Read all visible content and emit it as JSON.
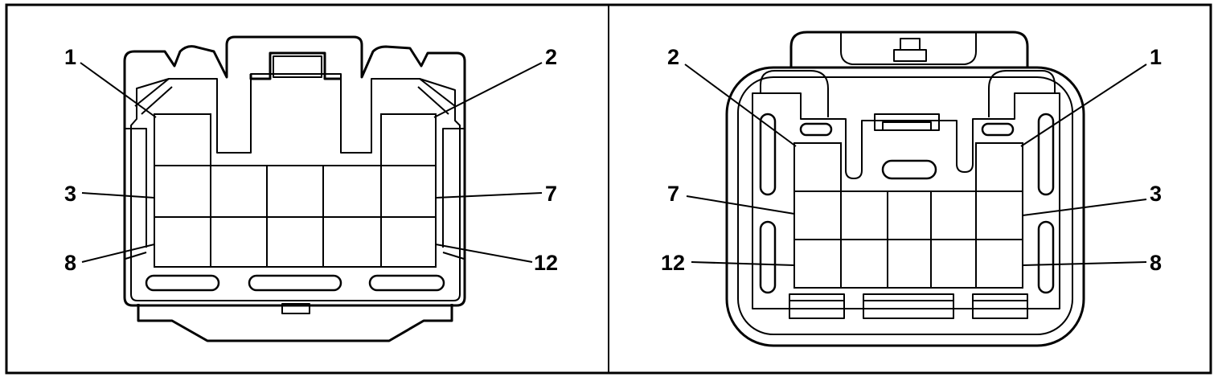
{
  "diagram": {
    "left_view": {
      "labels": {
        "l1": "1",
        "l2": "2",
        "l3": "3",
        "l7": "7",
        "l8": "8",
        "l12": "12"
      }
    },
    "right_view": {
      "labels": {
        "l2": "2",
        "l1": "1",
        "l7": "7",
        "l3": "3",
        "l12": "12",
        "l8": "8"
      }
    }
  },
  "colors": {
    "ink": "#000000",
    "paper": "#ffffff"
  }
}
